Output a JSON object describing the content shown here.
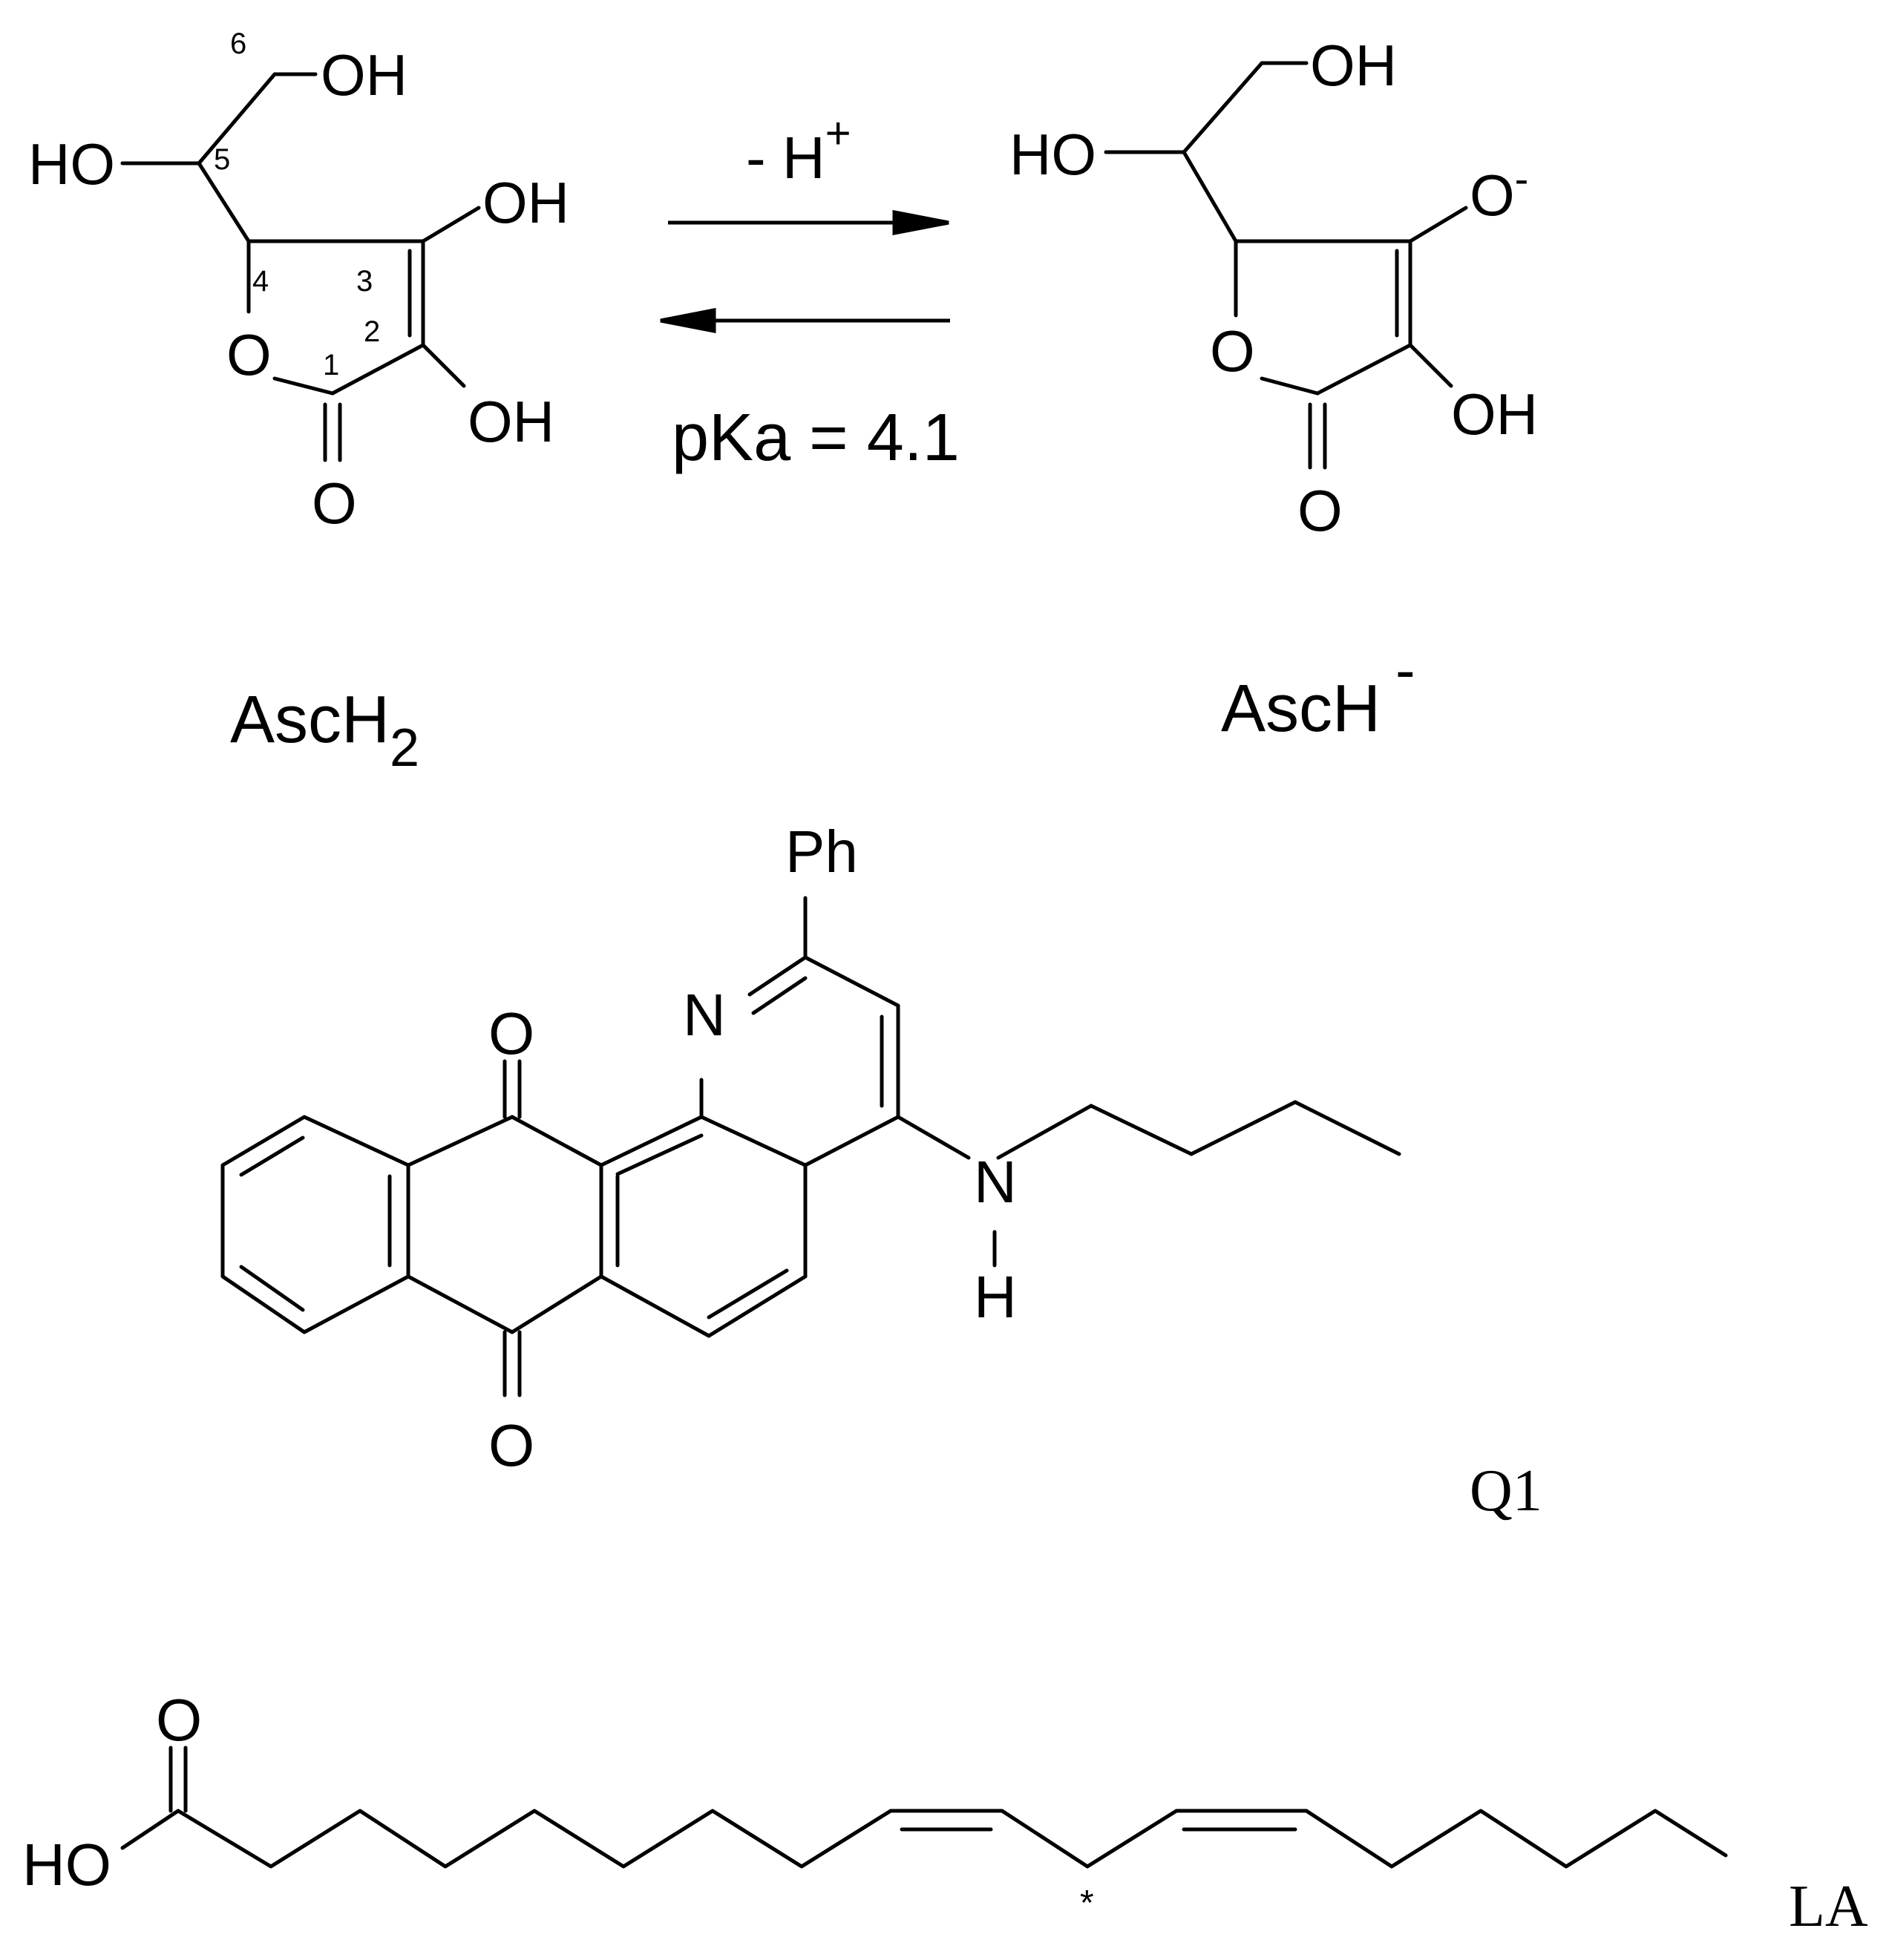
{
  "reaction": {
    "reagent": "- H",
    "reagent_sup": "+",
    "pka": "pKa = 4.1"
  },
  "asch2": {
    "name": "AscH",
    "name_sub": "2",
    "atom_labels": {
      "oh6": "OH",
      "ho5": "HO",
      "oh3": "OH",
      "oh2": "OH",
      "o_ring": "O",
      "o_carbonyl": "O"
    },
    "locants": [
      "6",
      "5",
      "4",
      "3",
      "2",
      "1"
    ]
  },
  "asch": {
    "name": "AscH",
    "name_sup": "-",
    "atom_labels": {
      "oh6": "OH",
      "ho5": "HO",
      "o_minus": "O",
      "o_minus_charge": "-",
      "oh2": "OH",
      "o_ring": "O",
      "o_carbonyl": "O"
    }
  },
  "q1": {
    "name": "Q1",
    "atom_labels": {
      "ph": "Ph",
      "n_ring": "N",
      "o_top": "O",
      "o_bottom": "O",
      "n_amine": "N",
      "h_amine": "H"
    }
  },
  "la": {
    "name": "LA",
    "atom_labels": {
      "o_carbonyl": "O",
      "ho": "HO",
      "star": "*"
    }
  }
}
